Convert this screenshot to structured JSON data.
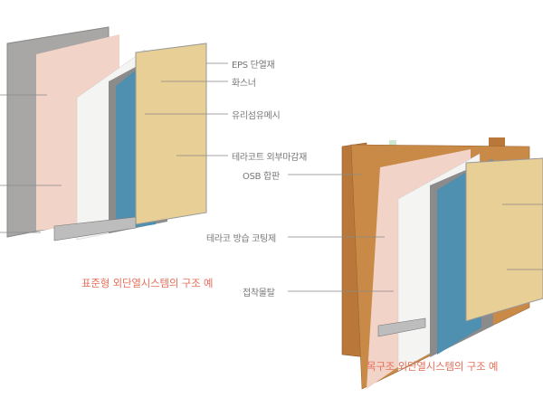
{
  "labels": {
    "eps": "EPS 단열재",
    "fastener": "화스너",
    "mesh": "유리섬유메시",
    "finish": "테라코트 외부마감재",
    "osb": "OSB 합판",
    "coating": "테라코 방습 코팅제",
    "mortar": "접착몰탈"
  },
  "captions": {
    "standard": "표준형 외단열시스템의 구조 예",
    "wood": "목구조 외단열시스템의 구조 예"
  },
  "colors": {
    "caption": "#e5705c",
    "concrete": "#a9a7a5",
    "mortar": "#f2d3c8",
    "eps": "#f4f4f2",
    "base": "#8b8b8b",
    "mesh": "#4f8fb0",
    "finish": "#e7cf95",
    "wood": "#c98a48"
  }
}
